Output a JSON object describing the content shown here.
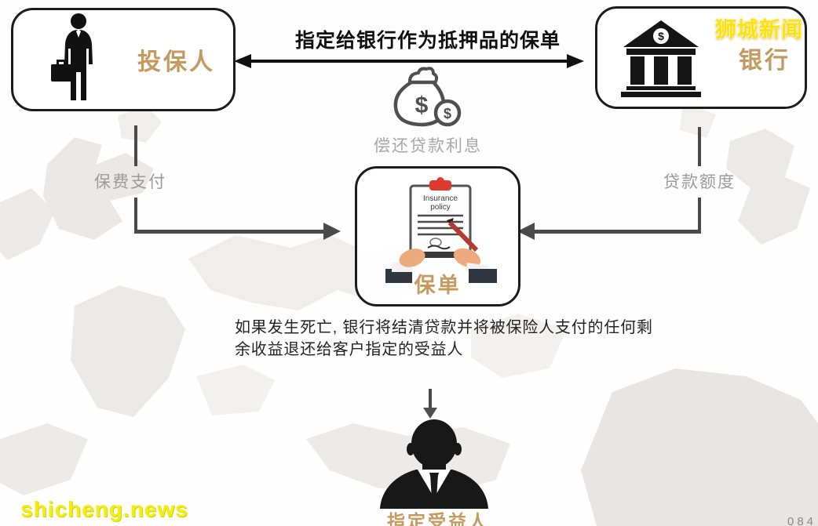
{
  "title": "指定给银行作为抵押品的保单",
  "branding": {
    "logo_text": "狮城新闻",
    "site_url": "shicheng.news",
    "corner_text": "084"
  },
  "nodes": {
    "policyholder": {
      "label": "投保人"
    },
    "bank": {
      "label": "银行"
    },
    "policy": {
      "label": "保单",
      "document_title_line1": "Insurance",
      "document_title_line2": "policy"
    },
    "beneficiary": {
      "label": "指定受益人"
    }
  },
  "edges": {
    "interest_label": "偿还贷款利息",
    "premium_label": "保费支付",
    "loan_label": "贷款额度"
  },
  "note": {
    "line1": "如果发生死亡, 银行将结清贷款并将被保险人支付的任何剩",
    "line2": "余收益退还给客户指定的受益人"
  },
  "symbols": {
    "currency": "$"
  },
  "colors": {
    "gold_label": "#c49a5e",
    "logo_yellow": "#ffe10c",
    "url_yellow": "#f2ee14",
    "connector_gray": "#4a4a4a",
    "label_gray": "#9b9b9b",
    "box_border": "#1c1c1c",
    "clip_red": "#e0392e",
    "pen_red": "#b23b32",
    "hand_tan": "#edaa7d"
  }
}
